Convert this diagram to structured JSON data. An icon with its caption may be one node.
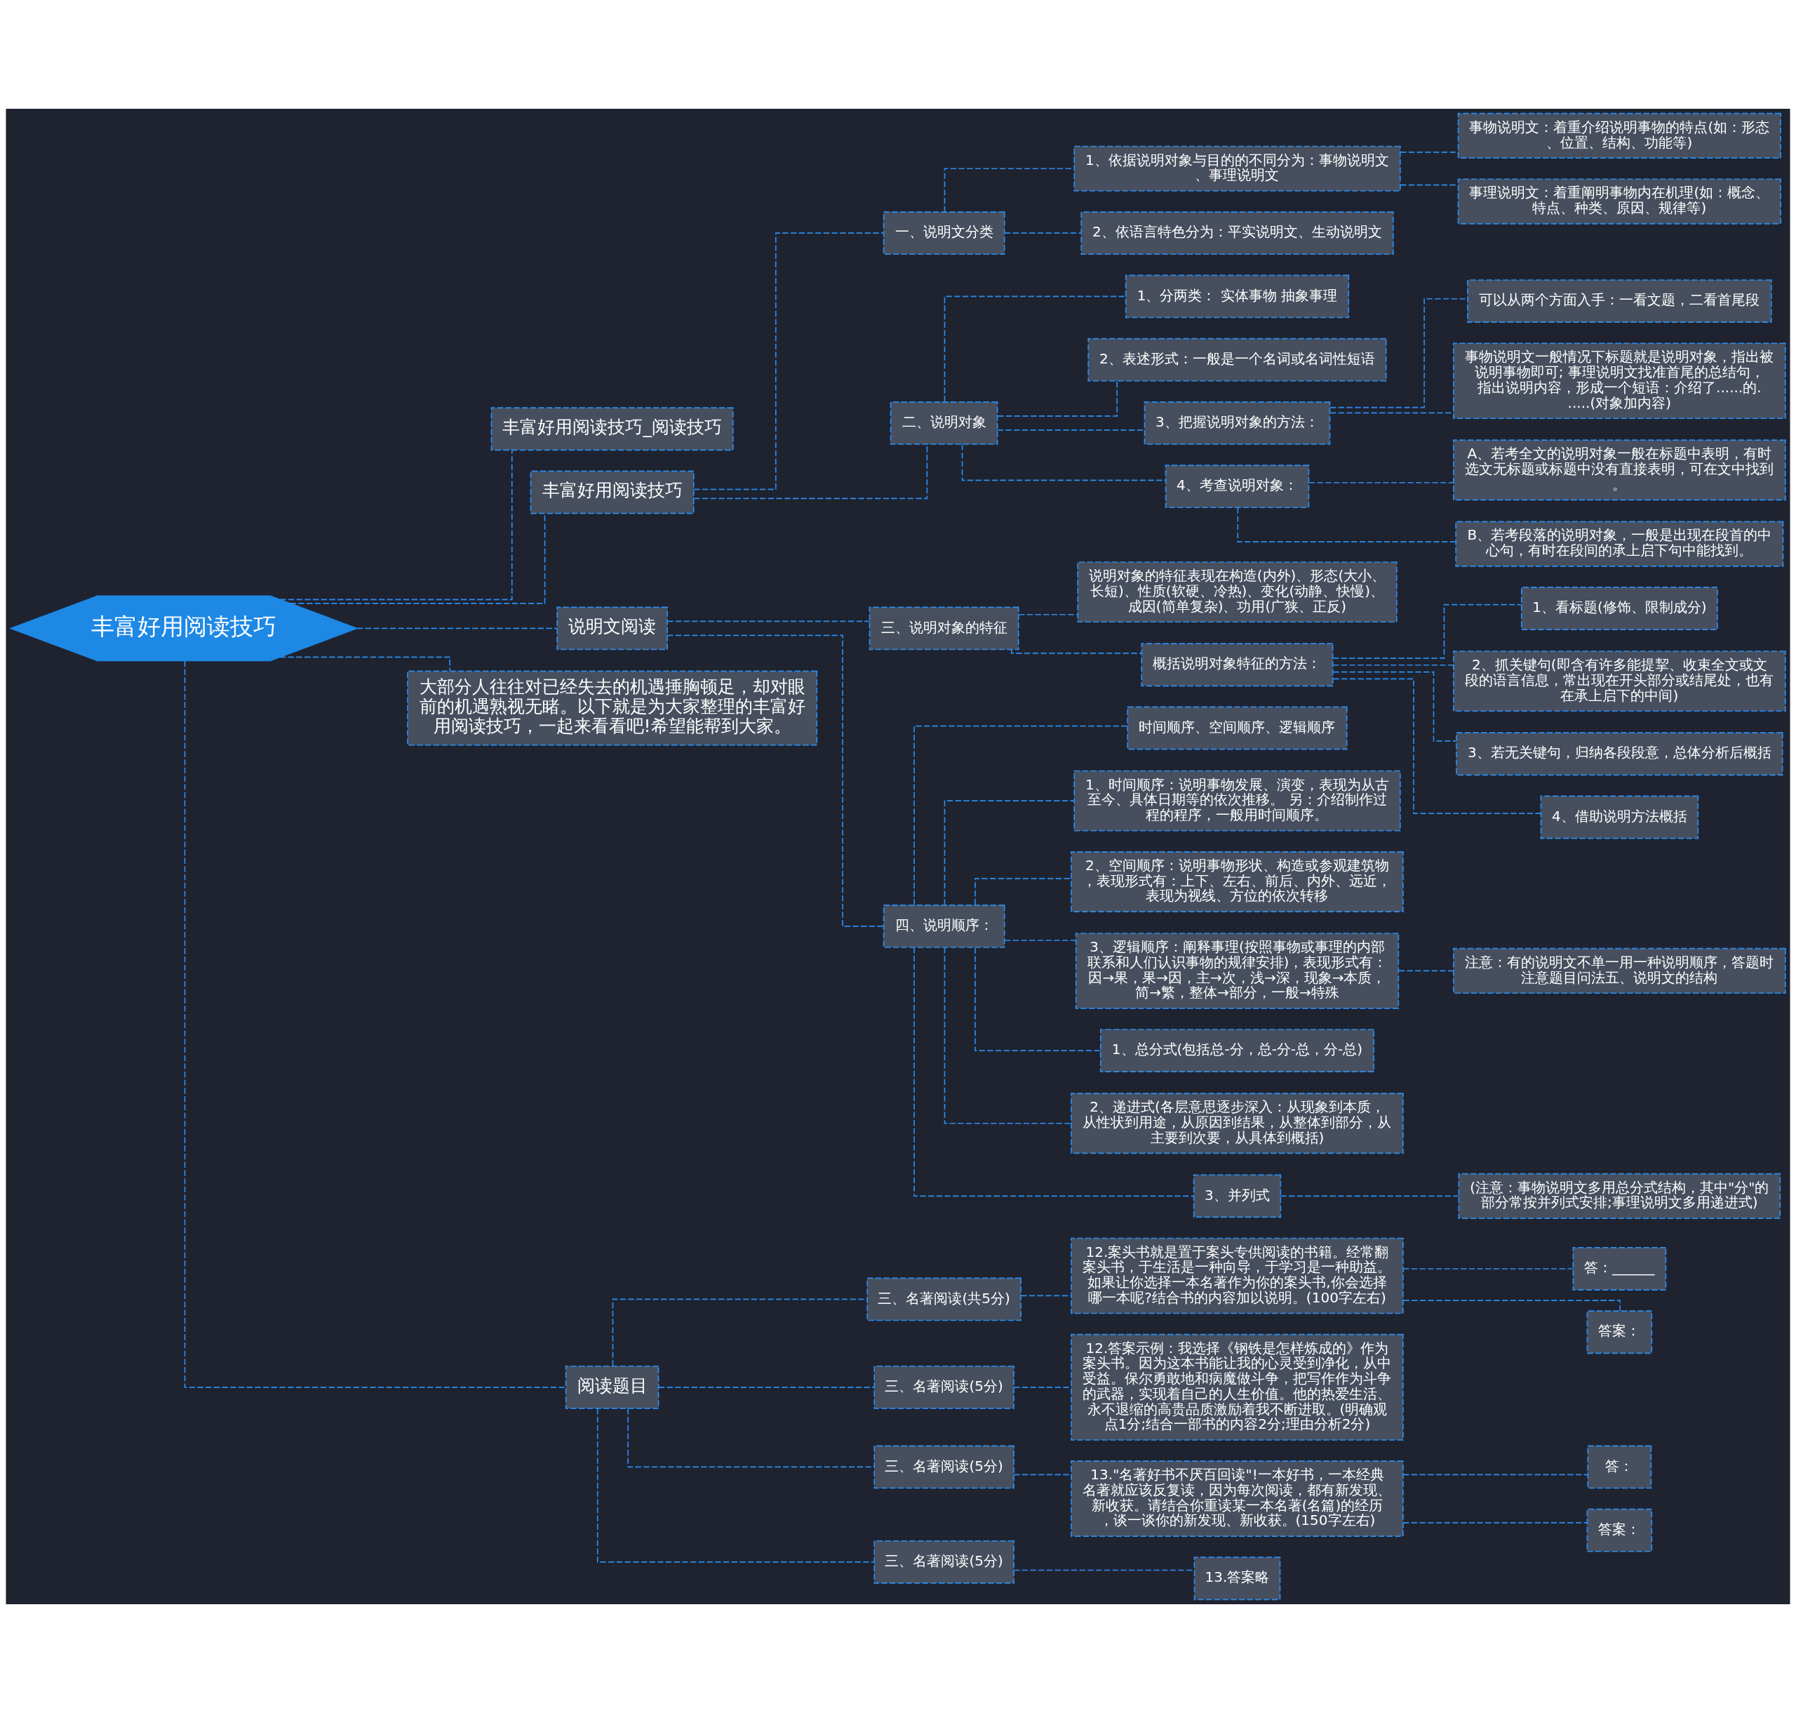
{
  "diagram": {
    "nodes": [
      {
        "text": [
          "丰富好用阅读技巧"
        ]
      },
      {
        "text": [
          "丰富好用阅读技巧_阅读技巧"
        ]
      },
      {
        "text": [
          "丰富好用阅读技巧"
        ]
      },
      {
        "text": [
          "一、说明文分类"
        ]
      },
      {
        "text": [
          "1、依据说明对象与目的的不同分为：事物说明文、事理说明文"
        ]
      },
      {
        "text": [
          "事物说明文：着重介绍说明事物的特点(如：形态、位置、结构、功能等)"
        ]
      },
      {
        "text": [
          "事理说明文：着重阐明事物内在机理(如：概念、特点、种类、原因、规律等)"
        ]
      },
      {
        "text": [
          "2、依语言特色分为：平实说明文、生动说明文"
        ]
      },
      {
        "text": [
          "二、说明对象"
        ]
      },
      {
        "text": [
          "1、分两类： 实体事物 抽象事理"
        ]
      },
      {
        "text": [
          "2、表述形式：一般是一个名词或名词性短语"
        ]
      },
      {
        "text": [
          "3、把握说明对象的方法："
        ]
      },
      {
        "text": [
          "可以从两个方面入手：一看文题，二看首尾段"
        ]
      },
      {
        "text": [
          "事物说明文一般情况下标题就是说明对象，指出被说明事物即可; 事理说明文找准首尾的总结句，指出说明内容，形成一个短语：介绍了......的......(对象加内容)"
        ]
      },
      {
        "text": [
          "4、考查说明对象："
        ]
      },
      {
        "text": [
          "A、若考全文的说明对象一般在标题中表明，有时选文无标题或标题中没有直接表明，可在文中找到。"
        ]
      },
      {
        "text": [
          "B、若考段落的说明对象，一般是出现在段首的中心句，有时在段间的承上启下句中能找到。"
        ]
      },
      {
        "text": [
          "说明文阅读"
        ]
      },
      {
        "text": [
          "三、说明对象的特征"
        ]
      },
      {
        "text": [
          "说明对象的特征表现在构造(内外)、形态(大小、长短)、性质(软硬、冷热)、变化(动静、快慢)、成因(简单复杂)、功用(广狭、正反)"
        ]
      },
      {
        "text": [
          "概括说明对象特征的方法："
        ]
      },
      {
        "text": [
          "1、看标题(修饰、限制成分)"
        ]
      },
      {
        "text": [
          "2、抓关键句(即含有许多能提挈、收束全文或文段的语言信息，常出现在开头部分或结尾处，也有在承上启下的中间)"
        ]
      },
      {
        "text": [
          "3、若无关键句，归纳各段段意，总体分析后概括"
        ]
      },
      {
        "text": [
          "4、借助说明方法概括"
        ]
      },
      {
        "text": [
          "四、说明顺序："
        ]
      },
      {
        "text": [
          "时间顺序、空间顺序、逻辑顺序"
        ]
      },
      {
        "text": [
          "1、时间顺序：说明事物发展、演变，表现为从古至今、具体日期等的依次推移。 另：介绍制作过程的程序，一般用时间顺序。"
        ]
      },
      {
        "text": [
          "2、空间顺序：说明事物形状、构造或参观建筑物，表现形式有：上下、左右、前后、内外、远近，表现为视线、方位的依次转移"
        ]
      },
      {
        "text": [
          "3、逻辑顺序：阐释事理(按照事物或事理的内部联系和人们认识事物的规律安排)，表现形式有：因→果，果→因，主→次，浅→深，现象→本质，简→繁，整体→部分，一般→特殊"
        ]
      },
      {
        "text": [
          "注意：有的说明文不单一用一种说明顺序，答题时注意题目问法五、说明文的结构"
        ]
      },
      {
        "text": [
          "1、总分式(包括总-分，总-分-总，分-总)"
        ]
      },
      {
        "text": [
          "2、递进式(各层意思逐步深入：从现象到本质，从性状到用途，从原因到结果，从整体到部分，从主要到次要，从具体到概括)"
        ]
      },
      {
        "text": [
          "3、并列式"
        ]
      },
      {
        "text": [
          "(注意：事物说明文多用总分式结构，其中\"分\"的部分常按并列式安排;事理说明文多用递进式)"
        ]
      },
      {
        "text": [
          "大部分人往往对已经失去的机遇捶胸顿足，却对眼前的机遇熟视无睹。以下就是为大家整理的丰富好用阅读技巧，一起来看看吧!希望能帮到大家。"
        ]
      },
      {
        "text": [
          "阅读题目"
        ]
      },
      {
        "text": [
          "三、名著阅读(共5分)"
        ]
      },
      {
        "text": [
          "12.案头书就是置于案头专供阅读的书籍。经常翻案头书，于生活是一种向导，于学习是一种助益。如果让你选择一本名著作为你的案头书,你会选择哪一本呢?结合书的内容加以说明。(100字左右)"
        ]
      },
      {
        "text": [
          "答：______"
        ]
      },
      {
        "text": [
          "答案："
        ]
      },
      {
        "text": [
          "三、名著阅读(5分)"
        ]
      },
      {
        "text": [
          "12.答案示例：我选择《钢铁是怎样炼成的》作为案头书。因为这本书能让我的心灵受到净化，从中受益。保尔勇敢地和病魔做斗争，把写作作为斗争的武器，实现着自己的人生价值。他的热爱生活、永不退缩的高贵品质激励着我不断进取。(明确观点1分;结合一部书的内容2分;理由分析2分)"
        ]
      },
      {
        "text": [
          "三、名著阅读(5分)"
        ]
      },
      {
        "text": [
          "13.\"名著好书不厌百回读\"!一本好书，一本经典名著就应该反复读，因为每次阅读，都有新发现、新收获。请结合你重读某一本名著(名篇)的经历，谈一谈你的新发现、新收获。(150字左右)"
        ]
      },
      {
        "text": [
          "答："
        ]
      },
      {
        "text": [
          "答案："
        ]
      },
      {
        "text": [
          "三、名著阅读(5分)"
        ]
      },
      {
        "text": [
          "13.答案略"
        ]
      }
    ],
    "edges": [
      {
        "from": 0,
        "to": 1,
        "arrow": "none"
      },
      {
        "from": 0,
        "to": 2,
        "arrow": "none"
      },
      {
        "from": 2,
        "to": 3,
        "arrow": "none"
      },
      {
        "from": 3,
        "to": 4,
        "arrow": "none"
      },
      {
        "from": 4,
        "to": 5,
        "arrow": "none"
      },
      {
        "from": 4,
        "to": 6,
        "arrow": "none"
      },
      {
        "from": 3,
        "to": 7,
        "arrow": "none"
      },
      {
        "from": 2,
        "to": 8,
        "arrow": "none"
      },
      {
        "from": 8,
        "to": 9,
        "arrow": "none"
      },
      {
        "from": 8,
        "to": 10,
        "arrow": "none"
      },
      {
        "from": 8,
        "to": 11,
        "arrow": "none"
      },
      {
        "from": 11,
        "to": 12,
        "arrow": "none"
      },
      {
        "from": 11,
        "to": 13,
        "arrow": "none"
      },
      {
        "from": 8,
        "to": 14,
        "arrow": "none"
      },
      {
        "from": 14,
        "to": 15,
        "arrow": "none"
      },
      {
        "from": 14,
        "to": 16,
        "arrow": "none"
      },
      {
        "from": 0,
        "to": 17,
        "arrow": "none"
      },
      {
        "from": 17,
        "to": 18,
        "arrow": "none"
      },
      {
        "from": 18,
        "to": 19,
        "arrow": "none"
      },
      {
        "from": 18,
        "to": 20,
        "arrow": "none"
      },
      {
        "from": 20,
        "to": 21,
        "arrow": "none"
      },
      {
        "from": 20,
        "to": 22,
        "arrow": "none"
      },
      {
        "from": 20,
        "to": 23,
        "arrow": "none"
      },
      {
        "from": 20,
        "to": 24,
        "arrow": "none"
      },
      {
        "from": 17,
        "to": 25,
        "arrow": "none"
      },
      {
        "from": 25,
        "to": 26,
        "arrow": "none"
      },
      {
        "from": 25,
        "to": 27,
        "arrow": "none"
      },
      {
        "from": 25,
        "to": 28,
        "arrow": "none"
      },
      {
        "from": 25,
        "to": 29,
        "arrow": "none"
      },
      {
        "from": 29,
        "to": 30,
        "arrow": "none"
      },
      {
        "from": 25,
        "to": 31,
        "arrow": "none"
      },
      {
        "from": 25,
        "to": 32,
        "arrow": "none"
      },
      {
        "from": 25,
        "to": 33,
        "arrow": "none"
      },
      {
        "from": 33,
        "to": 34,
        "arrow": "none"
      },
      {
        "from": 0,
        "to": 35,
        "arrow": "none"
      },
      {
        "from": 0,
        "to": 36,
        "arrow": "none"
      },
      {
        "from": 36,
        "to": 37,
        "arrow": "none"
      },
      {
        "from": 37,
        "to": 38,
        "arrow": "none"
      },
      {
        "from": 38,
        "to": 39,
        "arrow": "none"
      },
      {
        "from": 38,
        "to": 40,
        "arrow": "none"
      },
      {
        "from": 36,
        "to": 41,
        "arrow": "none"
      },
      {
        "from": 41,
        "to": 42,
        "arrow": "none"
      },
      {
        "from": 36,
        "to": 43,
        "arrow": "none"
      },
      {
        "from": 43,
        "to": 44,
        "arrow": "none"
      },
      {
        "from": 44,
        "to": 45,
        "arrow": "none"
      },
      {
        "from": 44,
        "to": 46,
        "arrow": "none"
      },
      {
        "from": 36,
        "to": 47,
        "arrow": "none"
      },
      {
        "from": 47,
        "to": 48,
        "arrow": "none"
      }
    ]
  }
}
